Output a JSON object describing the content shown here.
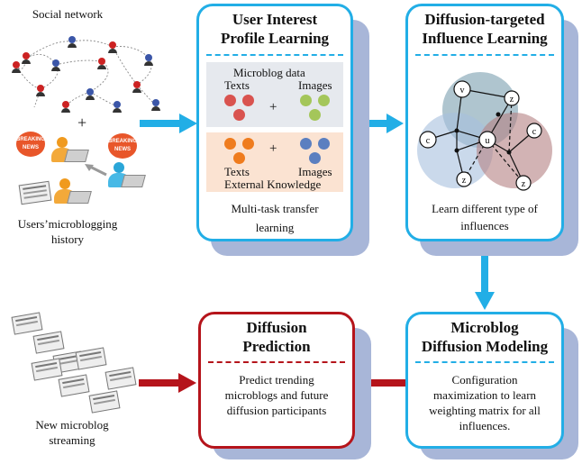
{
  "left_top": {
    "social_network_label": "Social network",
    "plus": "+",
    "history_label_line1": "Users’microblogging",
    "history_label_line2": "history",
    "news_badge_text": "BREAKING NEWS"
  },
  "left_bottom": {
    "new_stream_line1": "New microblog",
    "new_stream_line2": "streaming"
  },
  "box_profile": {
    "title_line1": "User Interest",
    "title_line2": "Profile Learning",
    "microblog_data": "Microblog data",
    "texts": "Texts",
    "images": "Images",
    "plus": "+",
    "texts2": "Texts",
    "images2": "Images",
    "external_knowledge": "External Knowledge",
    "caption_line1": "Multi-task transfer",
    "caption_line2": "learning"
  },
  "box_influence": {
    "title_line1": "Diffusion-targeted",
    "title_line2": "Influence Learning",
    "node_v": "v",
    "node_z": "z",
    "node_c": "c",
    "node_u": "u",
    "caption_line1": "Learn different type of",
    "caption_line2": "influences"
  },
  "box_modeling": {
    "title_line1": "Microblog",
    "title_line2": "Diffusion Modeling",
    "caption_line1": "Configuration",
    "caption_line2": "maximization to learn",
    "caption_line3": "weighting matrix for all",
    "caption_line4": "influences."
  },
  "box_prediction": {
    "title_line1": "Diffusion",
    "title_line2": "Prediction",
    "caption_line1": "Predict trending",
    "caption_line2": "microblogs and future",
    "caption_line3": "diffusion participants"
  },
  "colors": {
    "blue_accent": "#22aee6",
    "red_accent": "#b5141b",
    "shadow": "#a8b6d8",
    "panel_grey": "#e6e9ee",
    "panel_peach": "#fbe3d2"
  }
}
